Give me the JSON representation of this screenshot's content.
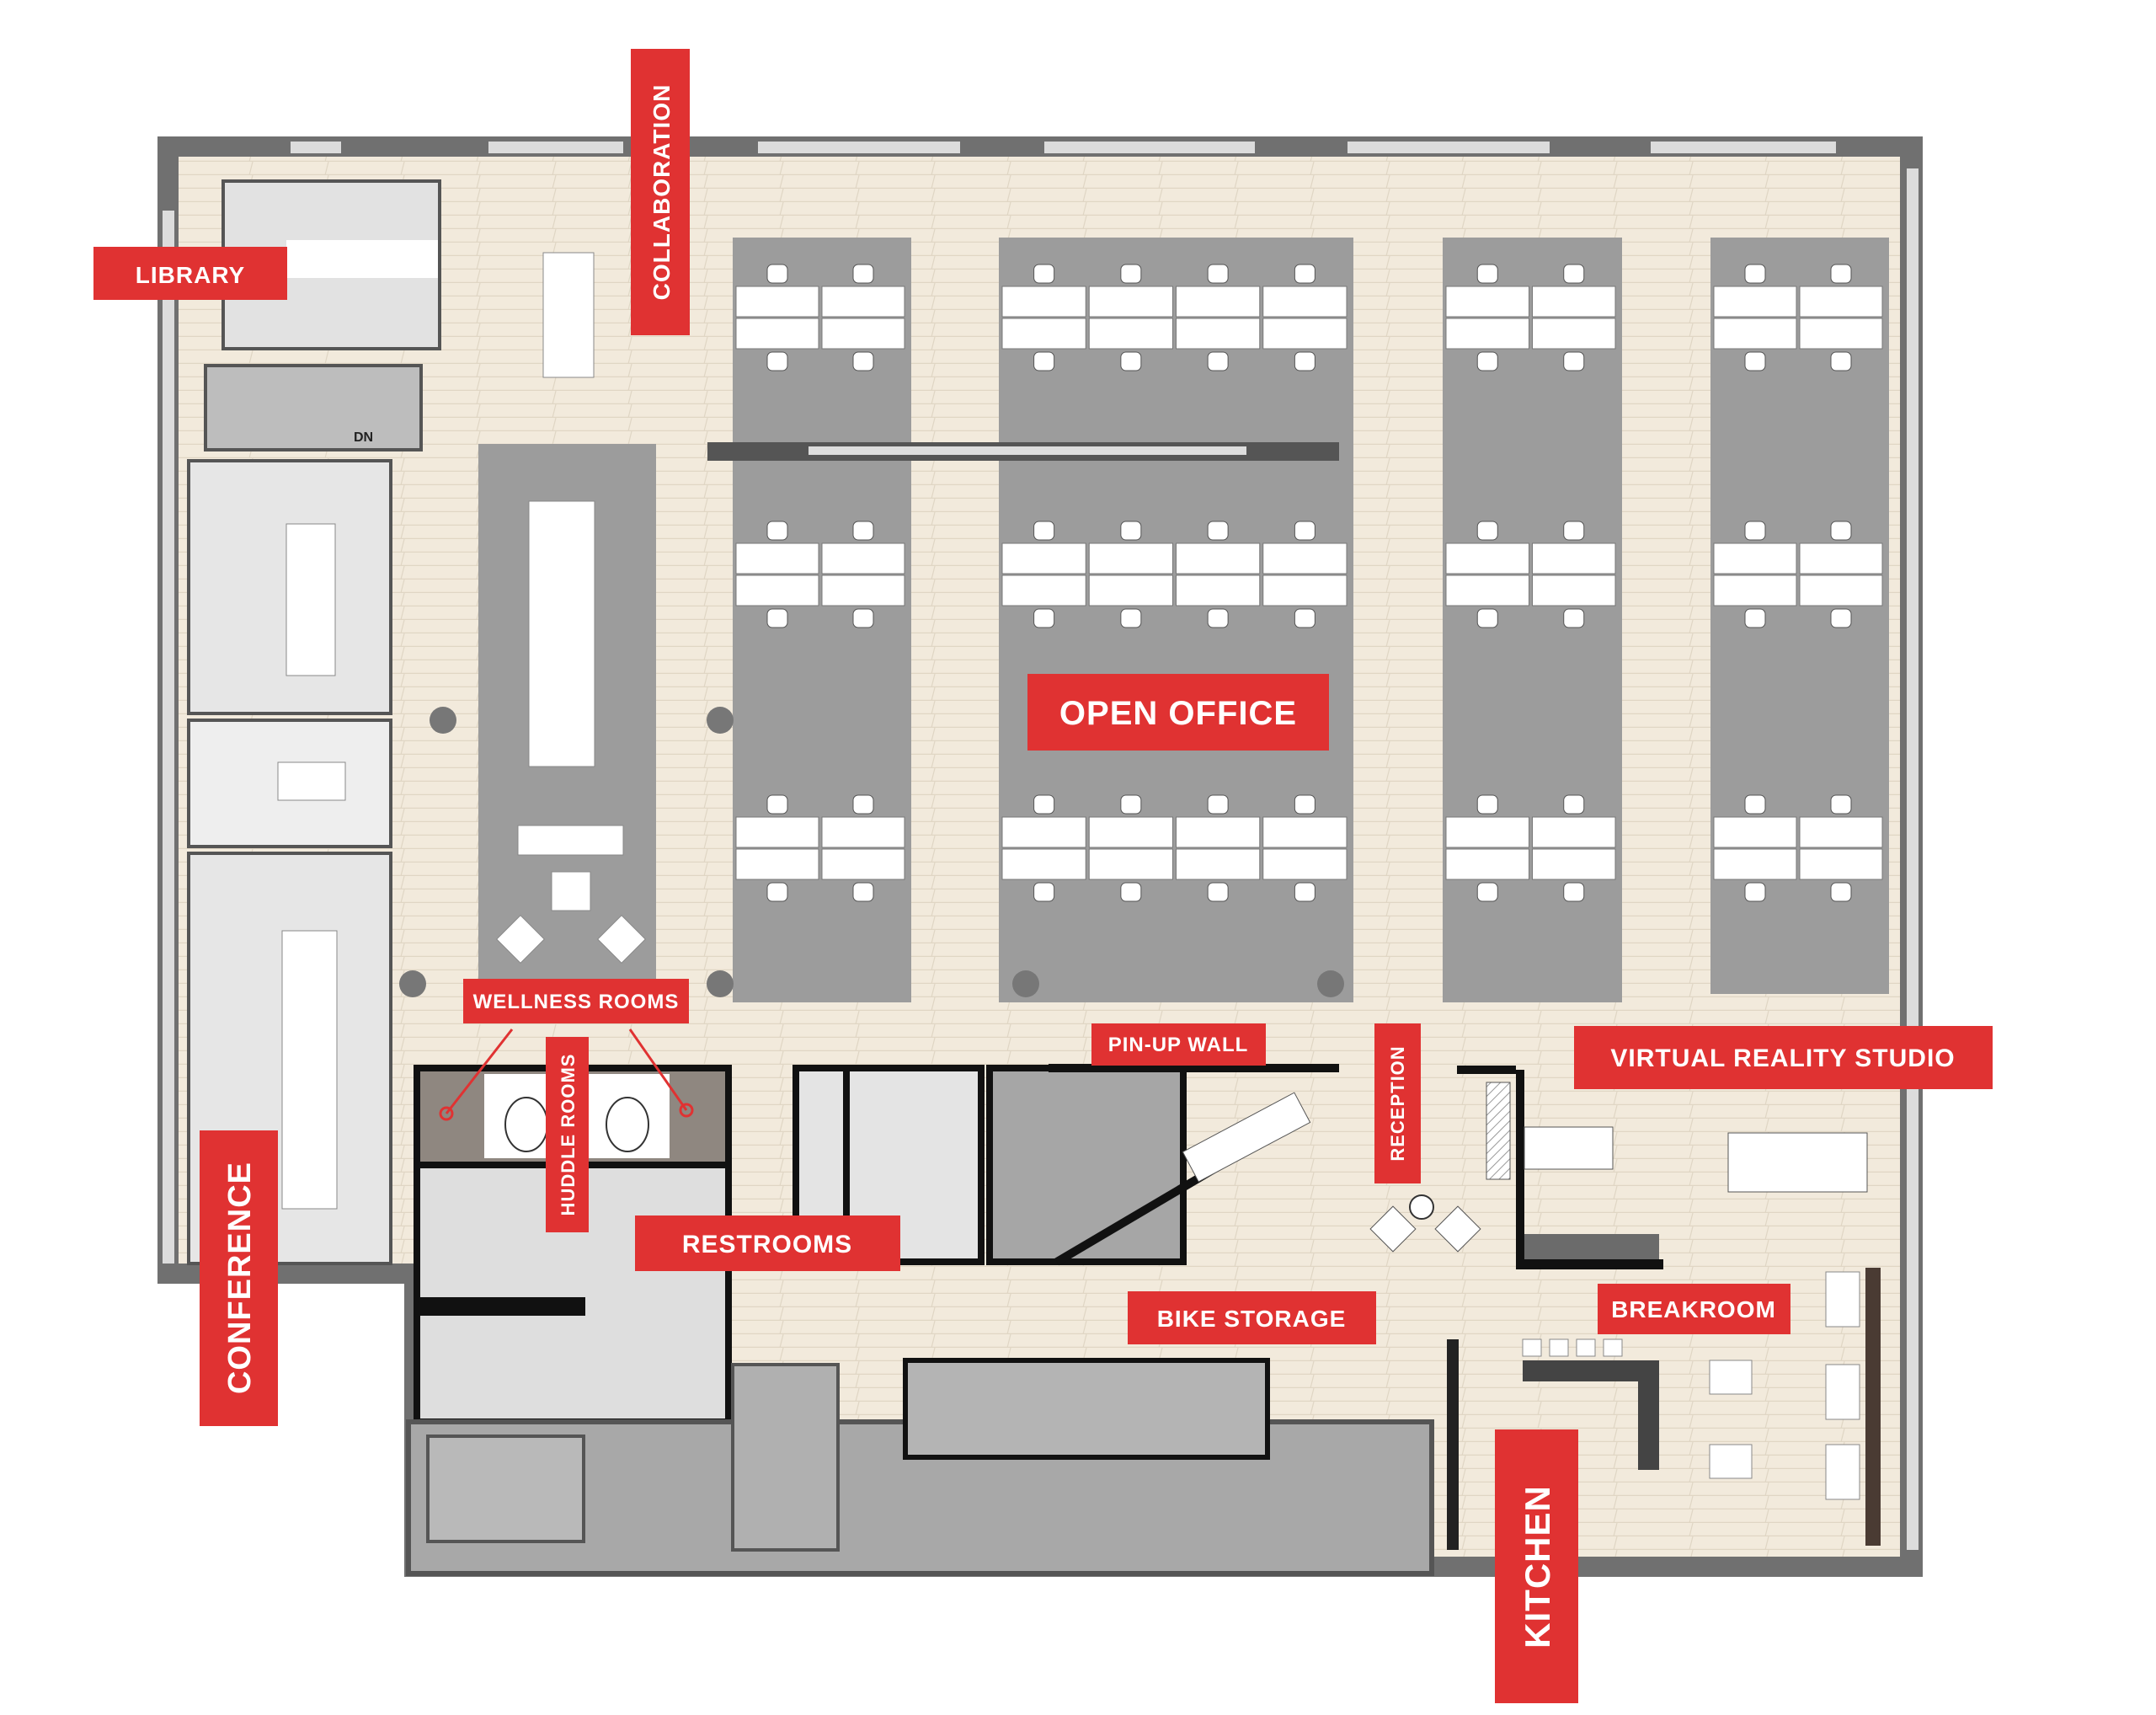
{
  "colors": {
    "label_red": "#e03232",
    "floor": "#f2eadc",
    "wall": "#707070",
    "desk_block": "#9c9c9c",
    "service": "#bdbdbd"
  },
  "labels": {
    "library": "LIBRARY",
    "collaboration": "COLLABORATION",
    "open_office": "OPEN OFFICE",
    "wellness_rooms": "WELLNESS ROOMS",
    "huddle_rooms": "HUDDLE ROOMS",
    "pin_up_wall": "PIN-UP WALL",
    "reception": "RECEPTION",
    "virtual_reality_studio": "VIRTUAL REALITY STUDIO",
    "restrooms": "RESTROOMS",
    "bike_storage": "BIKE STORAGE",
    "breakroom": "BREAKROOM",
    "conference": "CONFERENCE",
    "kitchen": "KITCHEN"
  },
  "plan_marks": {
    "stair_down": "DN"
  }
}
